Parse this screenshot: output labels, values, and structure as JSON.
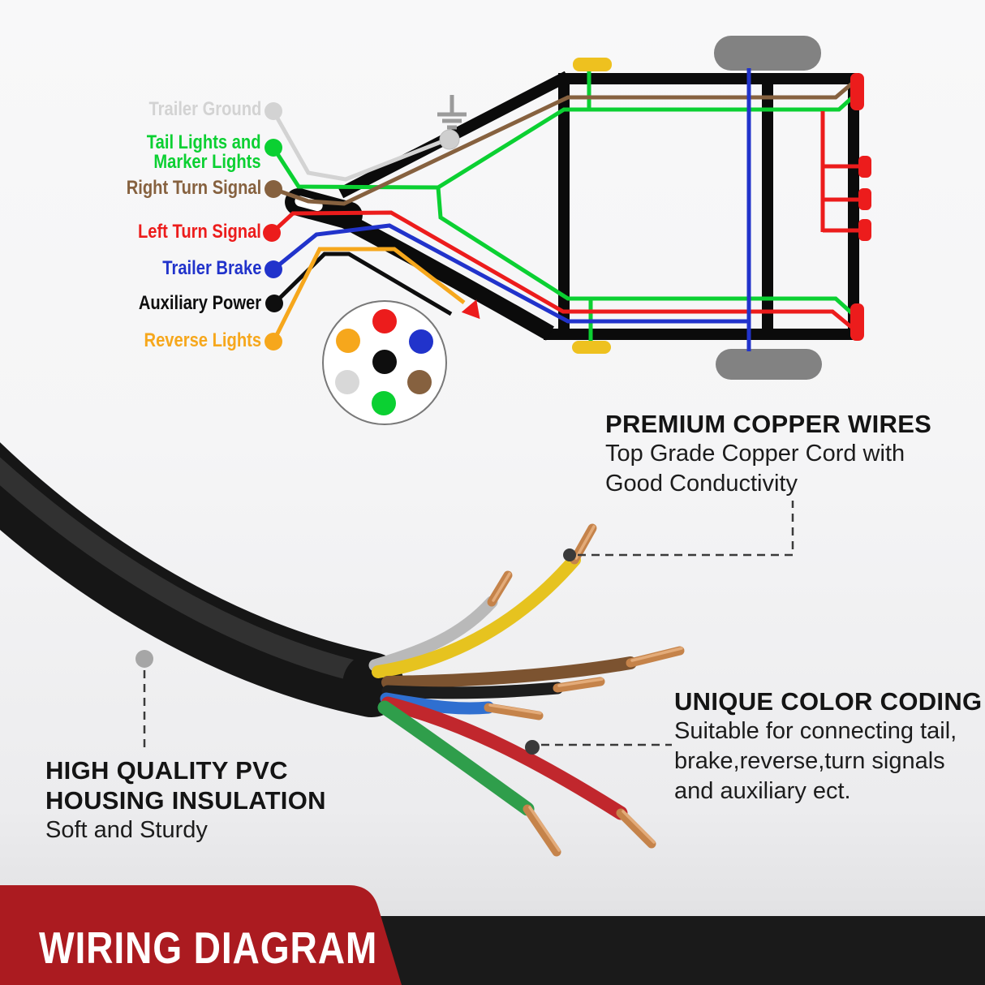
{
  "legend": {
    "items": [
      {
        "name": "trailer-ground",
        "lines": [
          "Trailer Ground"
        ],
        "color": "#d3d3d3"
      },
      {
        "name": "tail-and-marker-lights",
        "lines": [
          "Tail Lights and",
          "Marker Lights"
        ],
        "color": "#0bd032"
      },
      {
        "name": "right-turn-signal",
        "lines": [
          "Right Turn Signal"
        ],
        "color": "#86613f"
      },
      {
        "name": "left-turn-signal",
        "lines": [
          "Left Turn Signal"
        ],
        "color": "#ec1c1c"
      },
      {
        "name": "trailer-brake",
        "lines": [
          "Trailer Brake"
        ],
        "color": "#2133cb"
      },
      {
        "name": "auxiliary-power",
        "lines": [
          "Auxiliary Power"
        ],
        "color": "#0e0e0e"
      },
      {
        "name": "reverse-lights",
        "lines": [
          "Reverse Lights"
        ],
        "color": "#f6a71c"
      }
    ]
  },
  "connector_face": {
    "pins": [
      {
        "position": "top",
        "color": "#ec1c1c"
      },
      {
        "position": "upper-left",
        "color": "#f6a71c"
      },
      {
        "position": "upper-right",
        "color": "#2133cb"
      },
      {
        "position": "center",
        "color": "#0e0e0e"
      },
      {
        "position": "lower-left",
        "color": "#d8d8d8"
      },
      {
        "position": "lower-right",
        "color": "#86613f"
      },
      {
        "position": "bottom",
        "color": "#0bd032"
      }
    ]
  },
  "trailer": {
    "frame_color": "#0b0b0b",
    "wheel_color": "#828282",
    "clearance_light_color": "#eec11f",
    "tail_light_color": "#ec1c1c",
    "ground_symbol_color": "#9b9b9b",
    "coupler_color": "#cfcfcf"
  },
  "cable_photo": {
    "sheath_color": "#161616",
    "copper_color": "#c5834a",
    "wires": [
      {
        "name": "white",
        "color": "#b9b9b9"
      },
      {
        "name": "yellow",
        "color": "#e6c31f"
      },
      {
        "name": "brown",
        "color": "#7c5330"
      },
      {
        "name": "black",
        "color": "#1d1d1d"
      },
      {
        "name": "blue",
        "color": "#2f6fd0"
      },
      {
        "name": "red",
        "color": "#c1272d"
      },
      {
        "name": "green",
        "color": "#2f9e4b"
      }
    ]
  },
  "annotations": {
    "copper": {
      "title": "PREMIUM COPPER WIRES",
      "body_lines": [
        "Top Grade Copper Cord with",
        "Good Conductivity"
      ]
    },
    "color_coding": {
      "title": "UNIQUE COLOR CODING",
      "body_lines": [
        "Suitable for connecting tail,",
        "brake,reverse,turn signals",
        "and auxiliary ect."
      ]
    },
    "pvc": {
      "title_lines": [
        "HIGH QUALITY PVC",
        "HOUSING INSULATION"
      ],
      "subtitle": "Soft and Sturdy"
    }
  },
  "banner": {
    "label": "WIRING DIAGRAM",
    "red_color": "#ab1b20",
    "bar_color": "#1a1a1a"
  }
}
